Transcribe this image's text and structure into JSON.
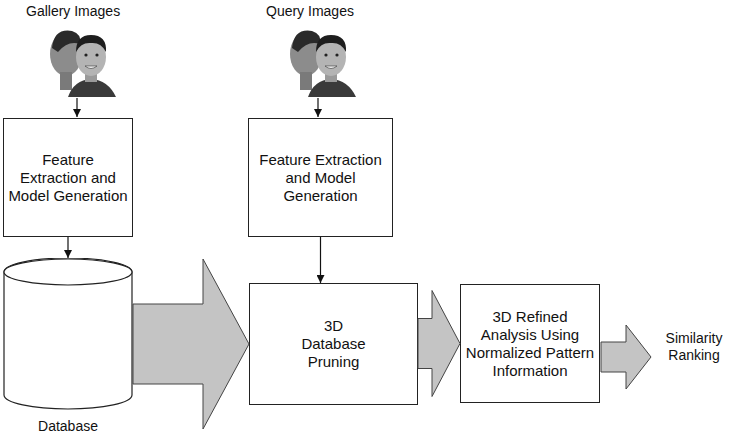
{
  "diagram": {
    "nodes": [
      {
        "text": [
          "Feature Extraction and Model Generation"
        ]
      },
      {
        "text": [
          "Feature Extraction and Model Generation"
        ]
      },
      {
        "text": [
          "Database"
        ]
      },
      {
        "text": [
          "3D Database Pruning"
        ]
      },
      {
        "text": [
          "3D Refined Analysis Using Normalized Pattern Information"
        ]
      }
    ],
    "edges": [
      {
        "from": 0,
        "to": 2,
        "arrow": "to"
      },
      {
        "from": 1,
        "to": 3,
        "arrow": "to"
      },
      {
        "from": 2,
        "to": 3,
        "arrow": "to"
      },
      {
        "from": 3,
        "to": 4,
        "arrow": "to"
      }
    ],
    "labels": [
      "Gallery Images",
      "Query Images",
      "Similarity Ranking"
    ]
  }
}
